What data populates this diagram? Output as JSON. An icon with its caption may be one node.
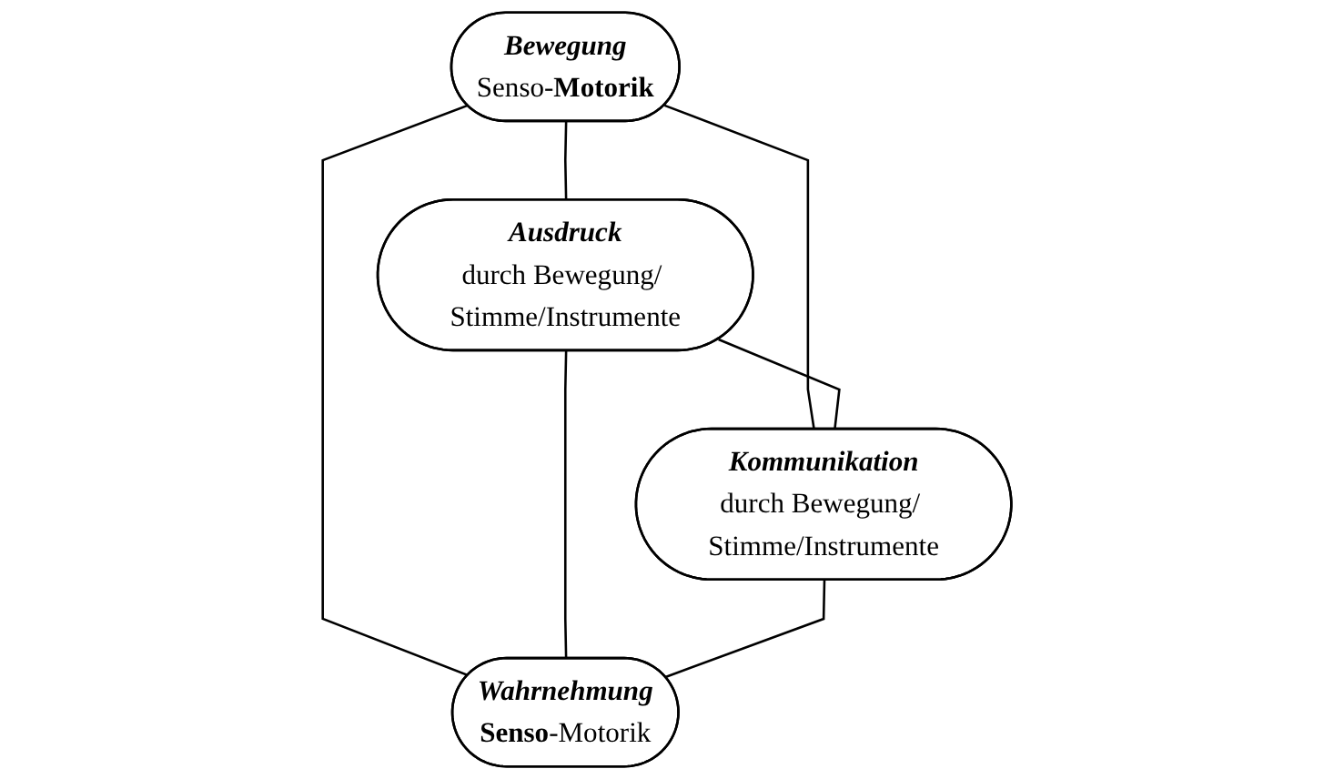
{
  "diagram": {
    "nodes": [
      {
        "text": [
          "Bewegung",
          "Senso-**Motorik**"
        ]
      },
      {
        "text": [
          "Ausdruck",
          "durch Bewegung/ Stimme/Instrumente"
        ]
      },
      {
        "text": [
          "Kommunikation",
          "durch Bewegung/ Stimme/Instrumente"
        ]
      },
      {
        "text": [
          "Wahrnehmung",
          "**Senso**-Motorik"
        ]
      }
    ],
    "edges": [
      {
        "from": 0,
        "to": 1,
        "arrow": "none"
      },
      {
        "from": 0,
        "to": 2,
        "arrow": "none"
      },
      {
        "from": 0,
        "to": 3,
        "arrow": "none"
      },
      {
        "from": 1,
        "to": 2,
        "arrow": "none"
      },
      {
        "from": 1,
        "to": 3,
        "arrow": "none"
      },
      {
        "from": 2,
        "to": 3,
        "arrow": "none"
      }
    ]
  }
}
